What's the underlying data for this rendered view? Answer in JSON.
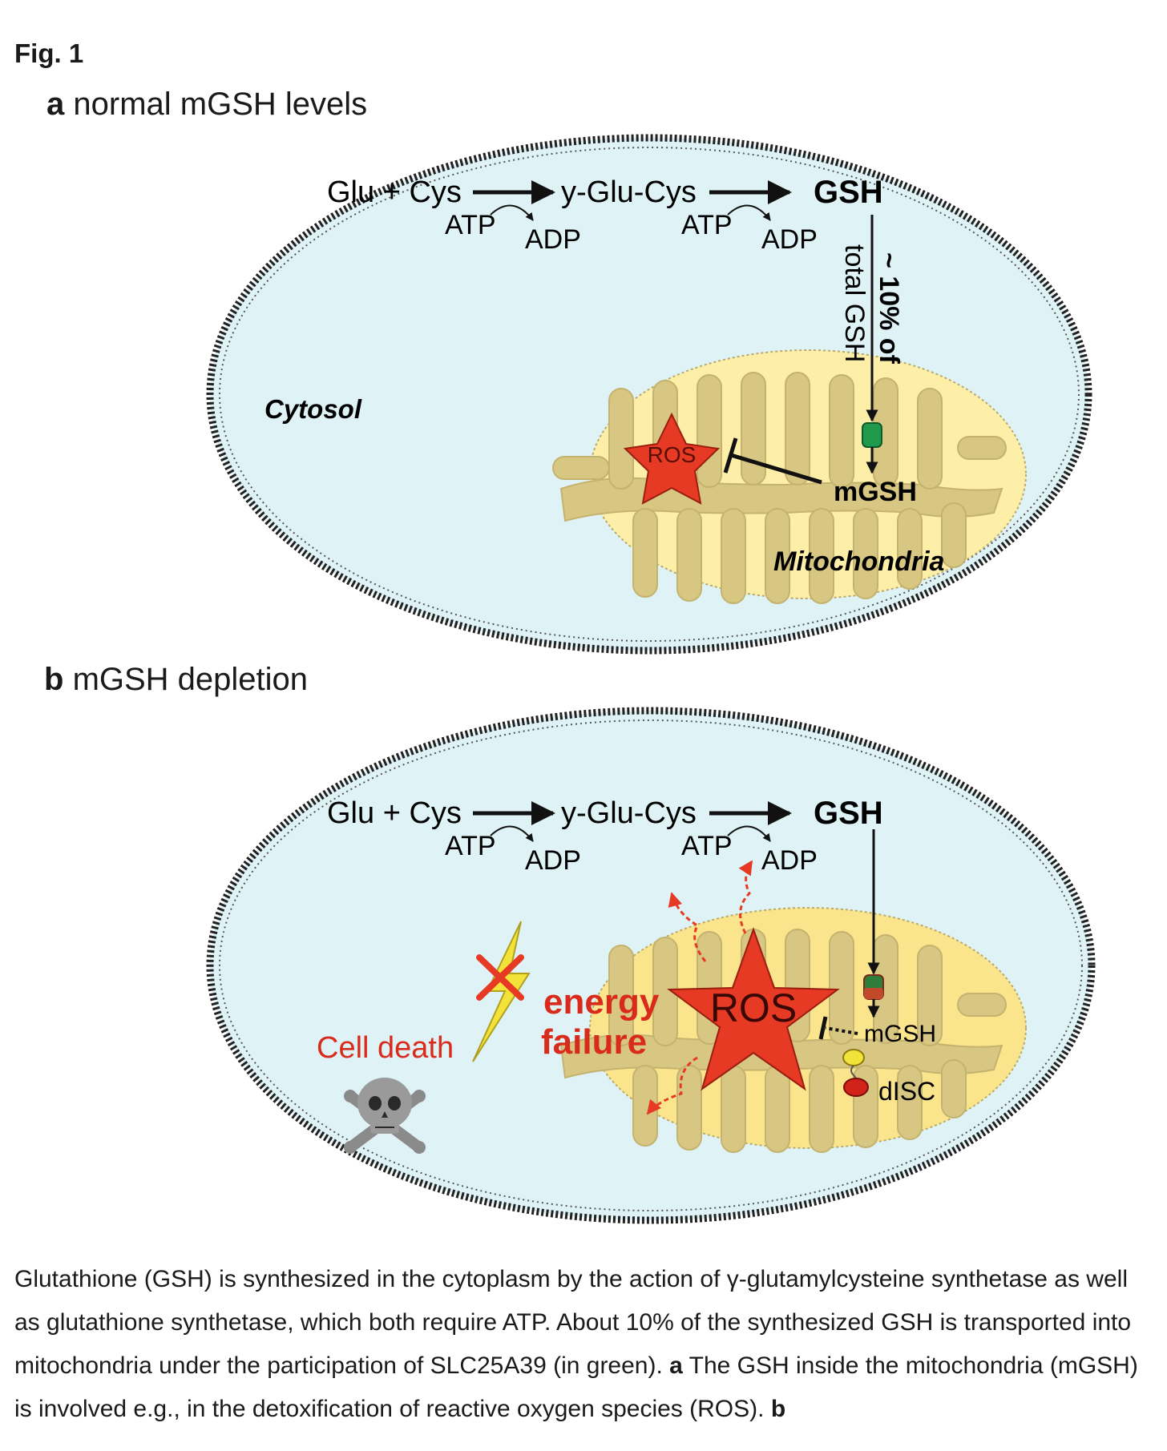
{
  "figure": {
    "label": "Fig. 1",
    "panel_a": {
      "letter": "a",
      "title": "normal mGSH levels"
    },
    "panel_b": {
      "letter": "b",
      "title": "mGSH depletion"
    }
  },
  "pathway": {
    "substrate": "Glu + Cys",
    "intermediate": "y-Glu-Cys",
    "product": "GSH",
    "cofactor_in": "ATP",
    "cofactor_out": "ADP"
  },
  "panel_a": {
    "transport_note_line1": "~ 10% of",
    "transport_note_line2": "total GSH",
    "cytosol": "Cytosol",
    "ros": "ROS",
    "mgsh": "mGSH",
    "mitochondria": "Mitochondria"
  },
  "panel_b": {
    "energy_line1": "energy",
    "energy_line2": "failure",
    "ros": "ROS",
    "mgsh": "mGSH",
    "disc": "dISC",
    "cell_death": "Cell death"
  },
  "caption": {
    "text1": "Glutathione (GSH) is synthesized in the cytoplasm by the action of γ-glutamylcysteine synthetase as well as glutathione synthetase, which both require ATP. About 10% of the synthesized GSH is transported into mitochondria under the participation of SLC25A39 (in green). ",
    "bold1": "a",
    "text2": " The GSH inside the mitochondria (mGSH) is involved e.g., in the detoxification of reactive oxygen species (ROS). ",
    "bold2": "b"
  },
  "colors": {
    "cytosol_fill": "#dff3f7",
    "mito_fill": "#fdeea8",
    "cristae_fill": "#d8c683",
    "ros_red": "#e63a24",
    "transporter_green": "#1e9a4a",
    "energy_red": "#d92b1c"
  }
}
